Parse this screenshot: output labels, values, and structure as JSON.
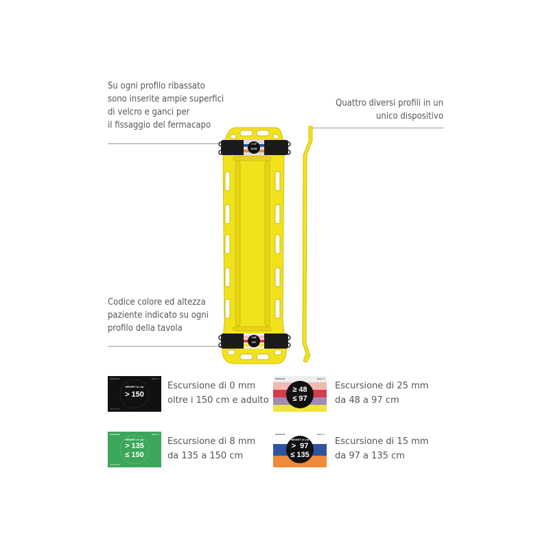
{
  "callouts": {
    "velcro": [
      "Su ogni profilo ribassato",
      "sono inserite ampie superfici",
      "di velcro e ganci per",
      "il fissaggio del fermacapo"
    ],
    "profiles": [
      "Quattro diversi profili in un",
      "unico dispositivo"
    ],
    "color_code": [
      "Codice colore ed altezza",
      "paziente indicato su ogni",
      "profilo della tavola"
    ]
  },
  "board_labels": {
    "top_upper": "> 97",
    "top_lower": "≤135",
    "bottom_upper": "≥48",
    "bottom_lower": "≤97"
  },
  "cards": [
    {
      "name": "black",
      "bg": "#111111",
      "brand": "SPENCER",
      "model": "BAKY 3",
      "heading": "HEIGHT in cm",
      "values": [
        "> 150"
      ],
      "foot": "SPENCER",
      "caption": [
        "Escursione di 0 mm",
        "oltre i 150 cm e adulto"
      ]
    },
    {
      "name": "pink",
      "bg": "#eeeeee",
      "brand": "SPENCER",
      "model": "BAKY 3",
      "heading": "",
      "values": [
        "≥ 48",
        "≤ 97"
      ],
      "foot": "",
      "stripes": [
        "#f4b9b2",
        "#d63b4a",
        "#a08ab8",
        "#f2e33a"
      ],
      "caption": [
        "Escursione di 25 mm",
        "da 48 a 97 cm"
      ]
    },
    {
      "name": "green",
      "bg": "#3ca65a",
      "brand": "SPENCER",
      "model": "BAKY 3",
      "heading": "HEIGHT in cm",
      "values": [
        "> 135",
        "≤ 150"
      ],
      "foot": "SPENCER",
      "caption": [
        "Escursione di 8 mm",
        "da 135 a 150 cm"
      ]
    },
    {
      "name": "blue",
      "bg": "#ffffff",
      "brand": "SPENCER",
      "model": "BAKY 3",
      "heading": "HEIGHT in cm",
      "values": [
        ">  97",
        "≤ 135"
      ],
      "foot": "",
      "stripes": [
        "#ffffff",
        "#2e54a0",
        "#ef8a3a"
      ],
      "caption": [
        "Escursione di 15 mm",
        "da 97 a 135 cm"
      ]
    }
  ],
  "colors": {
    "board": "#f2e21b",
    "board_shade": "#d9c80f",
    "strap": "#1a1a1a",
    "text": "#555555"
  }
}
